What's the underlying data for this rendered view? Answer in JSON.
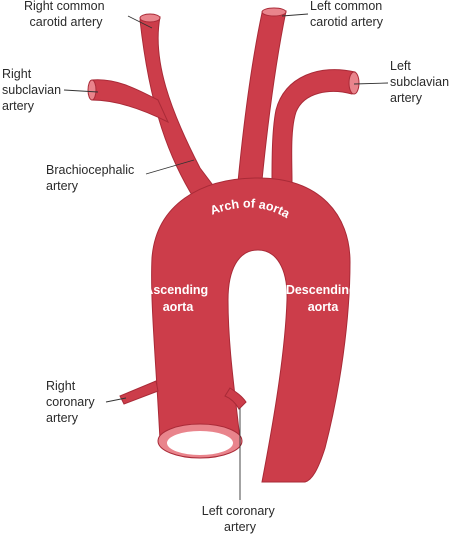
{
  "colors": {
    "vessel": "#cc3d4a",
    "vessel_dark": "#a92a37",
    "vessel_light": "#e07580",
    "lumen": "#ffffff",
    "lumen_rim": "#e9848c",
    "leader": "#333333"
  },
  "labels": {
    "right_common_carotid": [
      "Right common",
      "carotid artery"
    ],
    "left_common_carotid": [
      "Left common",
      "carotid artery"
    ],
    "right_subclavian": [
      "Right",
      "subclavian",
      "artery"
    ],
    "left_subclavian": [
      "Left",
      "subclavian",
      "artery"
    ],
    "brachiocephalic": [
      "Brachiocephalic",
      "artery"
    ],
    "arch_of_aorta": "Arch of aorta",
    "ascending_aorta": [
      "Ascending",
      "aorta"
    ],
    "descending_aorta": [
      "Descending",
      "aorta"
    ],
    "right_coronary": [
      "Right",
      "coronary",
      "artery"
    ],
    "left_coronary": [
      "Left coronary",
      "artery"
    ]
  }
}
